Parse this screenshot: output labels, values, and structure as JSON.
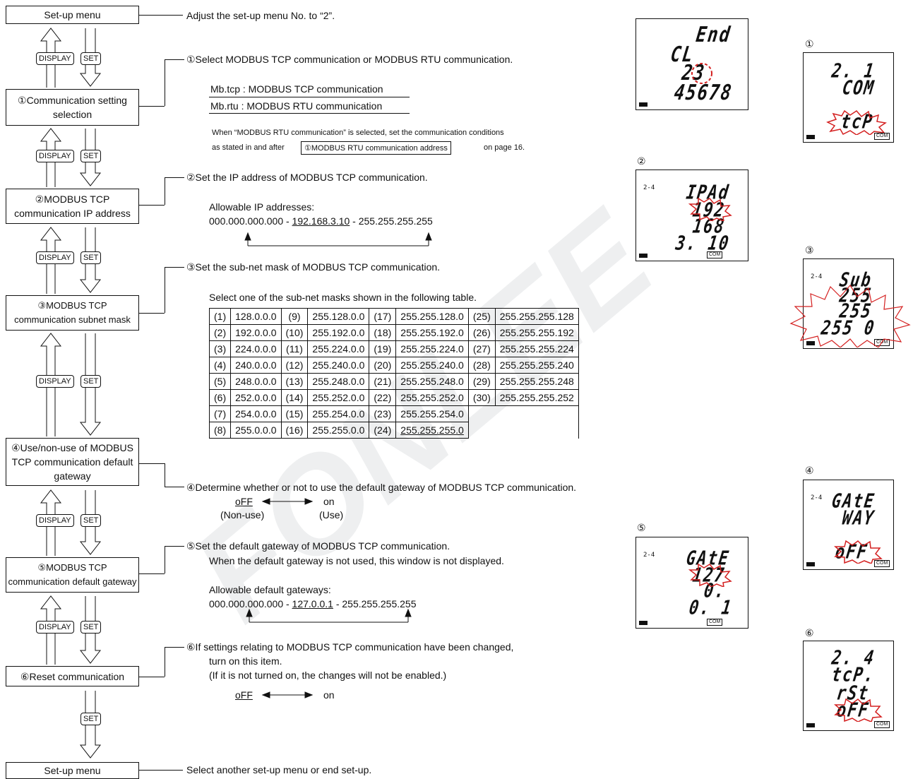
{
  "flow": {
    "boxes": [
      "Set-up menu",
      "①Communication setting selection",
      "②MODBUS TCP communication IP address",
      "③MODBUS TCP communication subnet mask",
      "④Use/non-use of MODBUS TCP communication default gateway",
      "⑤MODBUS TCP communication default gateway",
      "⑥Reset communication",
      "Set-up menu"
    ],
    "box_lines": [
      [
        "Set-up menu"
      ],
      [
        "①Communication setting",
        "selection"
      ],
      [
        "②MODBUS TCP",
        "communication IP address"
      ],
      [
        "③MODBUS TCP",
        "communication subnet mask"
      ],
      [
        "④Use/non-use of MODBUS",
        "TCP communication default",
        "gateway"
      ],
      [
        "⑤MODBUS TCP",
        "communication default gateway"
      ],
      [
        "⑥Reset communication"
      ],
      [
        "Set-up menu"
      ]
    ],
    "keys": {
      "display": "DISPLAY",
      "set": "SET"
    }
  },
  "notes": {
    "setup_top": "Adjust the set-up menu No. to “2”.",
    "step1_title": "①Select MODBUS TCP communication or MODBUS RTU communication.",
    "step1_opt1": "Mb.tcp : MODBUS TCP communication",
    "step1_opt2": "Mb.rtu : MODBUS RTU communication",
    "step1_note_a": "When “MODBUS RTU communication” is selected, set the communication conditions",
    "step1_note_b": "as stated in and after",
    "step1_note_ref": "①MODBUS RTU  communication address",
    "step1_note_c": "on page 16.",
    "step2_title": "②Set the IP address of MODBUS TCP communication.",
    "step2_label": "Allowable IP addresses:",
    "step2_min": "000.000.000.000 - ",
    "step2_default": "192.168.3.10",
    "step2_max": " - 255.255.255.255",
    "step3_title": "③Set the sub-net mask of MODBUS TCP communication.",
    "step3_label": "Select one of the sub-net masks shown in the following table.",
    "step4_title": "④Determine whether or not to use the default gateway of MODBUS TCP communication.",
    "step4_off": "oFF",
    "step4_on": "on",
    "step4_off_desc": "(Non-use)",
    "step4_on_desc": "(Use)",
    "step5_title": "⑤Set the default gateway of MODBUS TCP communication.",
    "step5_sub": "When the default gateway is not used, this window is not displayed.",
    "step5_label": "Allowable default gateways:",
    "step5_min": "000.000.000.000 - ",
    "step5_default": "127.0.0.1",
    "step5_max": " - 255.255.255.255",
    "step6_title": "⑥If settings relating to MODBUS TCP communication have been changed,",
    "step6_l2": "turn on this item.",
    "step6_l3": "(If it is not turned on, the changes will not be enabled.)",
    "step6_off": "oFF",
    "step6_on": "on",
    "setup_bottom": "Select another set-up menu or end set-up."
  },
  "mask_table": [
    [
      "(1)",
      "128.0.0.0",
      "(9)",
      "255.128.0.0",
      "(17)",
      "255.255.128.0",
      "(25)",
      "255.255.255.128"
    ],
    [
      "(2)",
      "192.0.0.0",
      "(10)",
      "255.192.0.0",
      "(18)",
      "255.255.192.0",
      "(26)",
      "255.255.255.192"
    ],
    [
      "(3)",
      "224.0.0.0",
      "(11)",
      "255.224.0.0",
      "(19)",
      "255.255.224.0",
      "(27)",
      "255.255.255.224"
    ],
    [
      "(4)",
      "240.0.0.0",
      "(12)",
      "255.240.0.0",
      "(20)",
      "255.255.240.0",
      "(28)",
      "255.255.255.240"
    ],
    [
      "(5)",
      "248.0.0.0",
      "(13)",
      "255.248.0.0",
      "(21)",
      "255.255.248.0",
      "(29)",
      "255.255.255.248"
    ],
    [
      "(6)",
      "252.0.0.0",
      "(14)",
      "255.252.0.0",
      "(22)",
      "255.255.252.0",
      "(30)",
      "255.255.255.252"
    ],
    [
      "(7)",
      "254.0.0.0",
      "(15)",
      "255.254.0.0",
      "(23)",
      "255.255.254.0"
    ],
    [
      "(8)",
      "255.0.0.0",
      "(16)",
      "255.255.0.0",
      "(24)",
      "255.255.255.0"
    ]
  ],
  "mask_default": "255.255.255.0",
  "lcd": {
    "setup": {
      "lines": [
        "End",
        "CL",
        "23",
        "45678"
      ]
    },
    "ip": {
      "label": "②",
      "tag": "2-4",
      "lines": [
        "IPAd",
        "192",
        "168",
        "3. 10"
      ]
    },
    "gw": {
      "label": "⑤",
      "tag": "2-4",
      "lines": [
        "GAtE",
        "127",
        "0.",
        "0.  1"
      ]
    },
    "r1": {
      "label": "①",
      "lines": [
        "2.  1",
        "COM",
        "tcP"
      ]
    },
    "r3": {
      "label": "③",
      "tag": "2-4",
      "lines": [
        "Sub",
        "255",
        "255",
        "255  0"
      ]
    },
    "r4": {
      "label": "④",
      "tag": "2-4",
      "lines": [
        "GAtE",
        "WAY",
        "oFF"
      ]
    },
    "r6": {
      "label": "⑥",
      "lines": [
        "2.  4",
        "tcP.",
        "rSt",
        "oFF"
      ]
    },
    "com_tag": "COM"
  },
  "watermark": "FONLEE",
  "colors": {
    "line": "#111111",
    "flash": "#d42020",
    "watermark": "#cfd3d6"
  }
}
